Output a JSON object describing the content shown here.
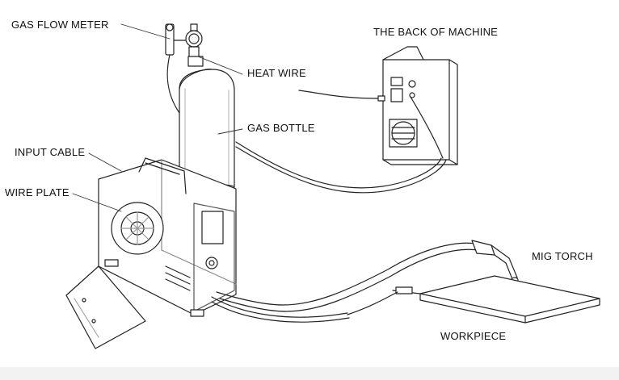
{
  "labels": {
    "gas_flow_meter": "GAS FLOW METER",
    "back_of_machine": "THE BACK OF MACHINE",
    "heat_wire": "HEAT WIRE",
    "gas_bottle": "GAS BOTTLE",
    "input_cable": "INPUT CABLE",
    "wire_plate": "WIRE PLATE",
    "mig_torch": "MIG TORCH",
    "workpiece": "WORKPIECE"
  },
  "colors": {
    "line": "#222222",
    "background": "#ffffff",
    "shade": "#e6e6e6"
  }
}
